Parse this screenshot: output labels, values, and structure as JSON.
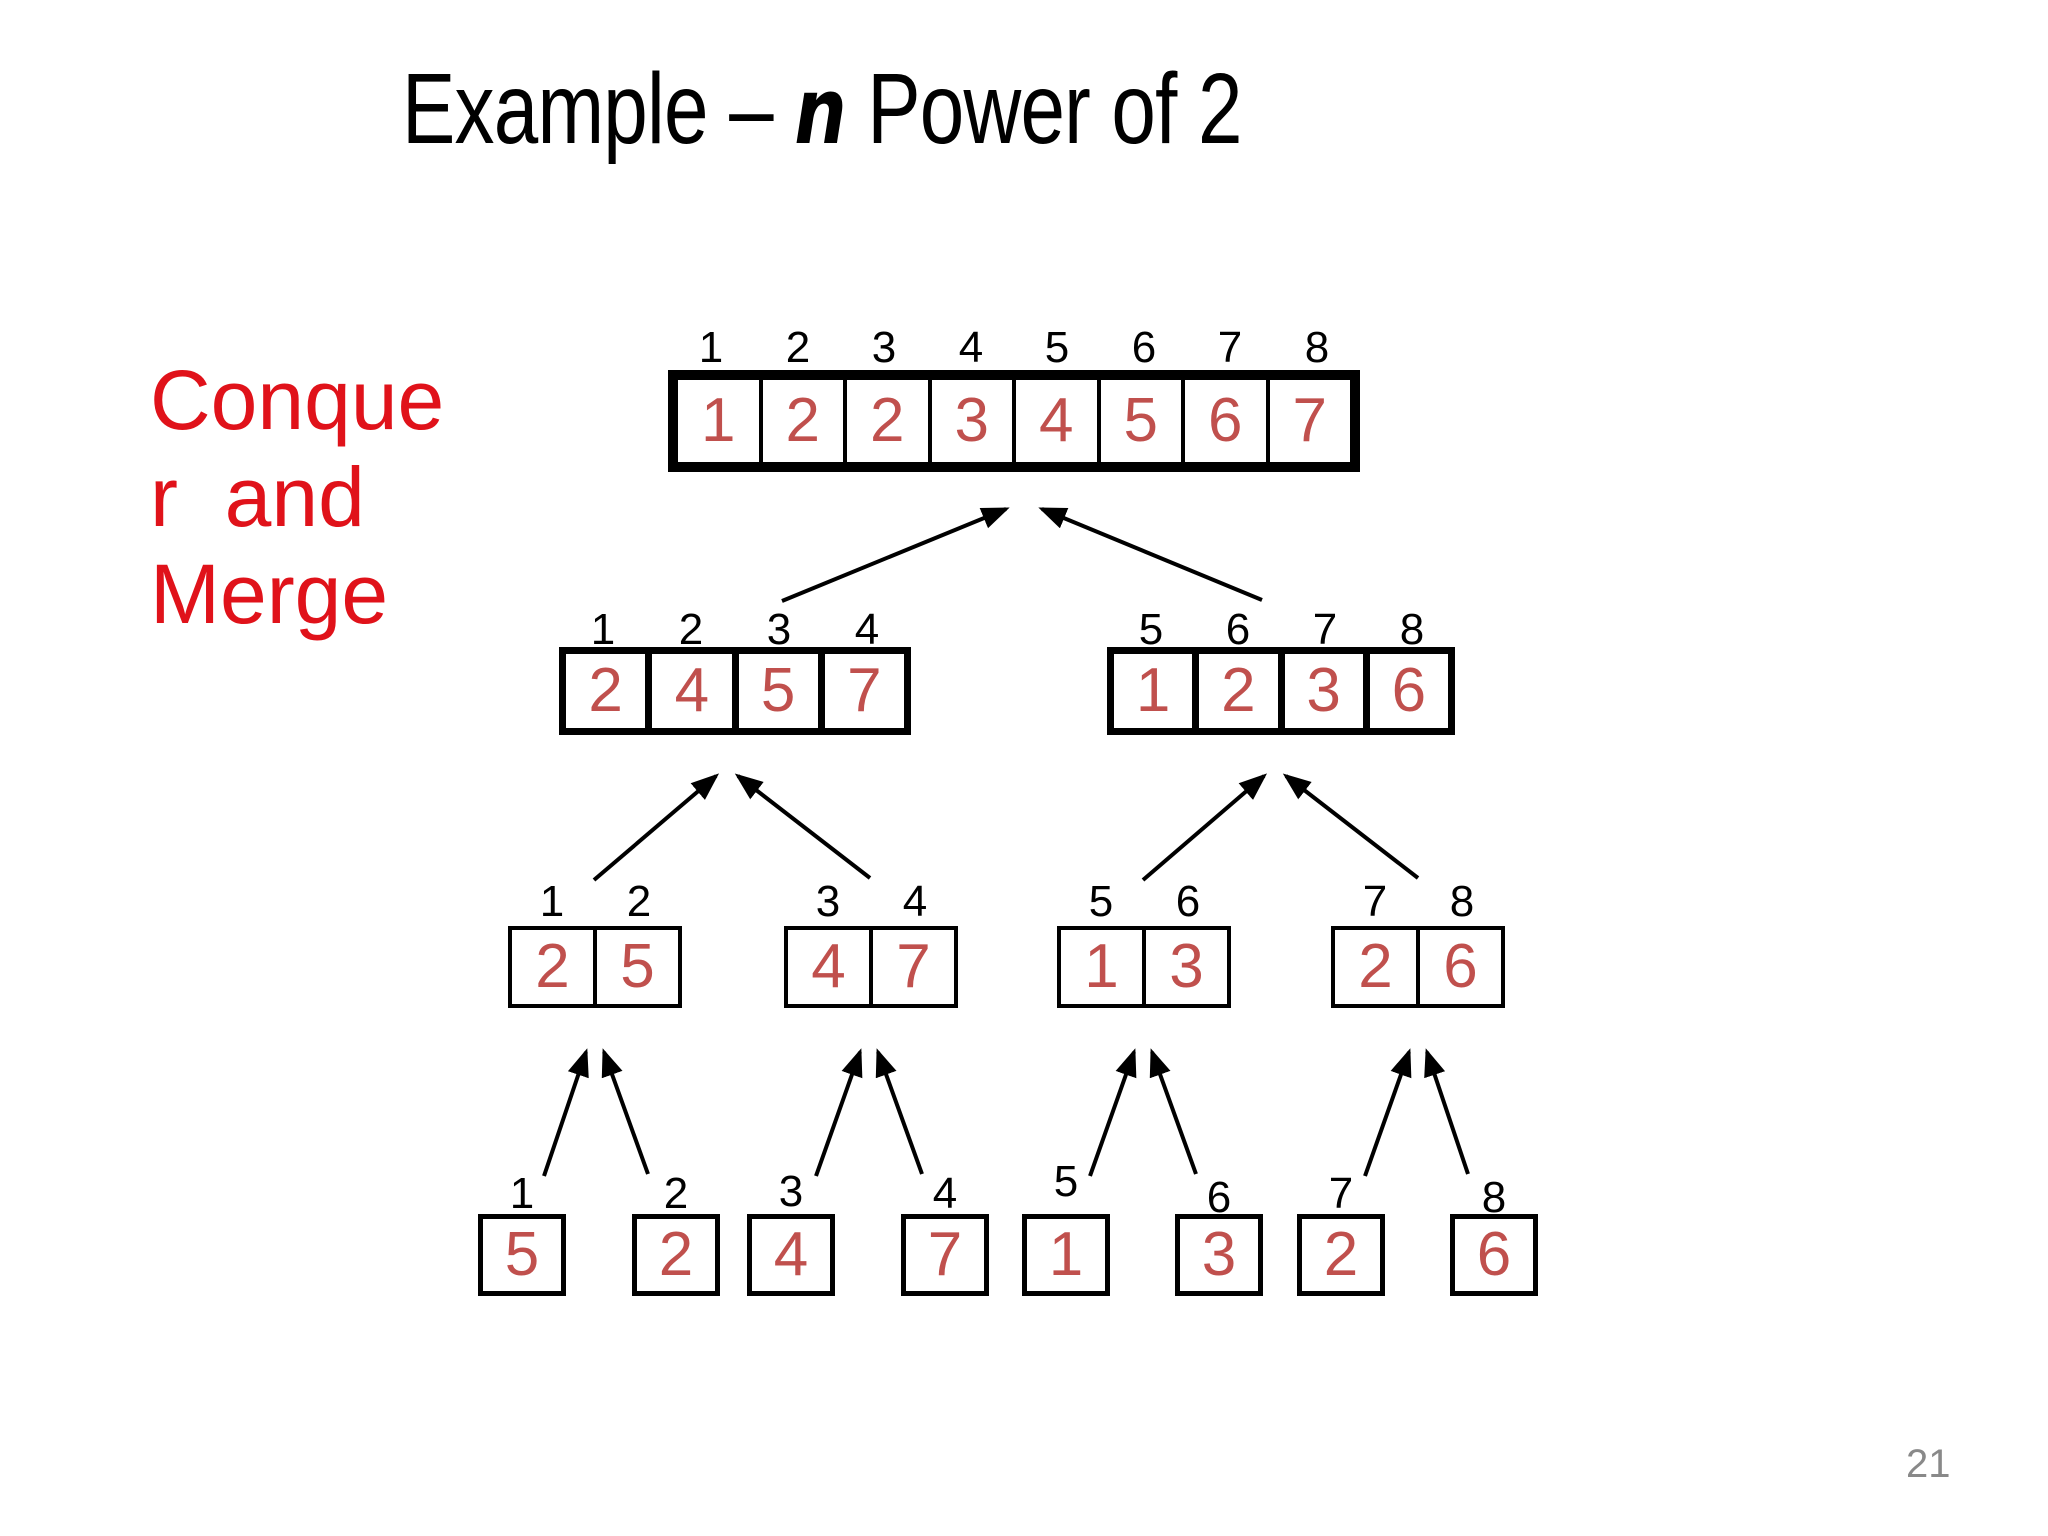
{
  "slide": {
    "title": {
      "prefix": "Example – ",
      "emphasis": "n",
      "suffix": " Power of 2"
    },
    "side_label": "Conque\nr  and\nMerge",
    "page_number": "21"
  },
  "colors": {
    "ink": "#000000",
    "title_ink": "#141414",
    "value_text": "#c0504d",
    "label_red": "#e0121a",
    "page_number_gray": "#898989"
  },
  "tree": {
    "description": "merge sort conquer-and-merge tree, n power of 2",
    "levels": [
      {
        "name": "merged-result",
        "arrays": [
          {
            "indices": [
              "1",
              "2",
              "3",
              "4",
              "5",
              "6",
              "7",
              "8"
            ],
            "values": [
              "1",
              "2",
              "2",
              "3",
              "4",
              "5",
              "6",
              "7"
            ]
          }
        ]
      },
      {
        "name": "merged-halves",
        "arrays": [
          {
            "indices": [
              "1",
              "2",
              "3",
              "4"
            ],
            "values": [
              "2",
              "4",
              "5",
              "7"
            ]
          },
          {
            "indices": [
              "5",
              "6",
              "7",
              "8"
            ],
            "values": [
              "1",
              "2",
              "3",
              "6"
            ]
          }
        ]
      },
      {
        "name": "merged-pairs",
        "arrays": [
          {
            "indices": [
              "1",
              "2"
            ],
            "values": [
              "2",
              "5"
            ]
          },
          {
            "indices": [
              "3",
              "4"
            ],
            "values": [
              "4",
              "7"
            ]
          },
          {
            "indices": [
              "5",
              "6"
            ],
            "values": [
              "1",
              "3"
            ]
          },
          {
            "indices": [
              "7",
              "8"
            ],
            "values": [
              "2",
              "6"
            ]
          }
        ]
      },
      {
        "name": "single-elements",
        "arrays": [
          {
            "indices": [
              "1"
            ],
            "values": [
              "5"
            ]
          },
          {
            "indices": [
              "2"
            ],
            "values": [
              "2"
            ]
          },
          {
            "indices": [
              "3"
            ],
            "values": [
              "4"
            ]
          },
          {
            "indices": [
              "4"
            ],
            "values": [
              "7"
            ]
          },
          {
            "indices": [
              "5"
            ],
            "values": [
              "1"
            ]
          },
          {
            "indices": [
              "6"
            ],
            "values": [
              "3"
            ]
          },
          {
            "indices": [
              "7"
            ],
            "values": [
              "2"
            ]
          },
          {
            "indices": [
              "8"
            ],
            "values": [
              "6"
            ]
          }
        ]
      }
    ]
  }
}
